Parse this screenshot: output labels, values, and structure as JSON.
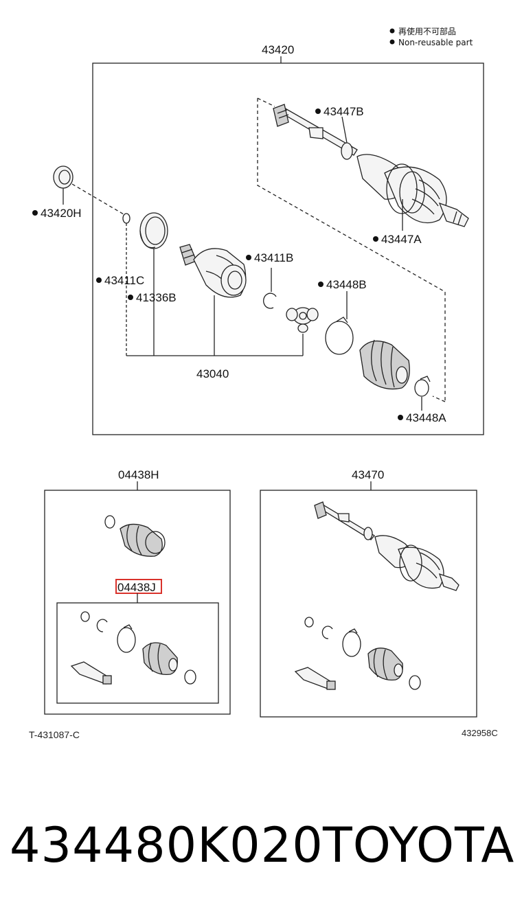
{
  "legend": {
    "reusable_cn": "再使用不可部品",
    "reusable_en": "Non-reusable part"
  },
  "main_box": {
    "title": "43420",
    "labels": {
      "p43447B": "43447B",
      "p43447A": "43447A",
      "p43420H": "43420H",
      "p43411B": "43411B",
      "p43411C": "43411C",
      "p41336B": "41336B",
      "p43448B": "43448B",
      "p43040": "43040",
      "p43448A": "43448A"
    }
  },
  "kit_box": {
    "title": "04438H",
    "inner_label": "04438J"
  },
  "assy_box": {
    "title": "43470"
  },
  "refs": {
    "left": "T-431087-C",
    "right": "432958C"
  },
  "footer": {
    "part_number": "434480K020",
    "brand": "TOYOTA"
  },
  "colors": {
    "highlight": "#d9322b",
    "line": "#222222"
  }
}
